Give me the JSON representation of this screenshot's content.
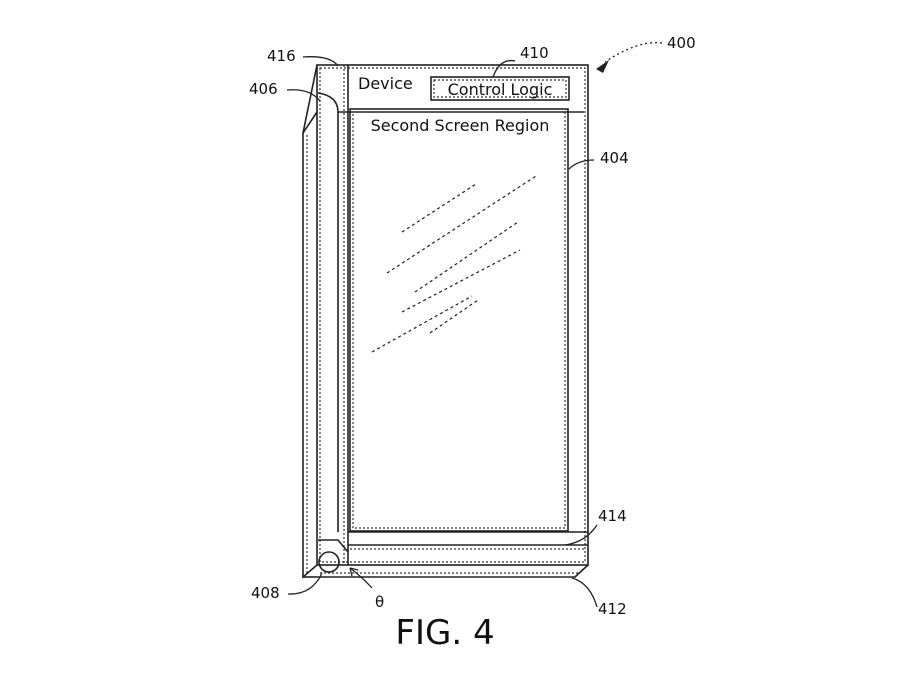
{
  "figure": {
    "caption": "FIG. 4",
    "device_label": "Device",
    "control_logic_label": "Control Logic",
    "screen_region_label": "Second Screen Region",
    "angle_symbol": "θ",
    "refs": {
      "r400": "400",
      "r404": "404",
      "r406": "406",
      "r408": "408",
      "r410": "410",
      "r412": "412",
      "r414": "414",
      "r416": "416"
    }
  },
  "colors": {
    "line": "#222222",
    "background": "#ffffff"
  }
}
